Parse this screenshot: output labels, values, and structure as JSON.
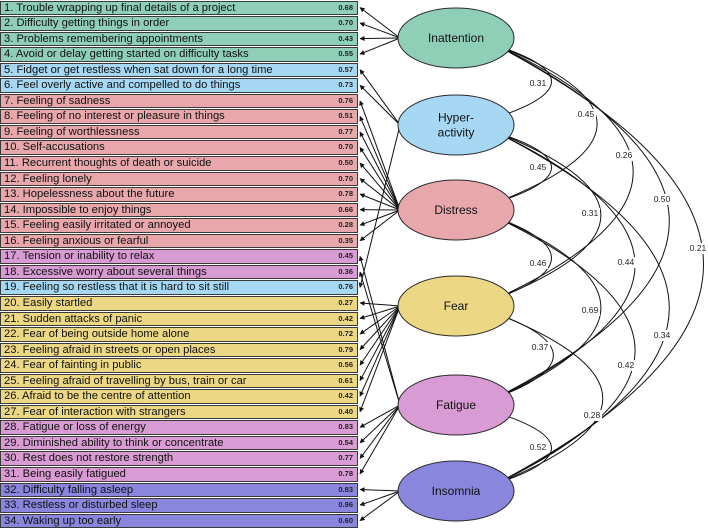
{
  "diagram": {
    "colors": {
      "inattention": "#8fcfb7",
      "hyperactivity": "#a6d8f4",
      "distress": "#e7a7ab",
      "fear": "#ecd884",
      "fatigue": "#d99bd3",
      "insomnia": "#8a86de"
    },
    "factors": [
      {
        "id": "inattention",
        "label": [
          "Inattention"
        ]
      },
      {
        "id": "hyperactivity",
        "label": [
          "Hyper-",
          "activity"
        ]
      },
      {
        "id": "distress",
        "label": [
          "Distress"
        ]
      },
      {
        "id": "fear",
        "label": [
          "Fear"
        ]
      },
      {
        "id": "fatigue",
        "label": [
          "Fatigue"
        ]
      },
      {
        "id": "insomnia",
        "label": [
          "Insomnia"
        ]
      }
    ],
    "items": [
      {
        "text": "1.  Trouble wrapping up final details of a project",
        "loading": "0.68",
        "factor": "inattention"
      },
      {
        "text": "2.  Difficulty getting things in order",
        "loading": "0.70",
        "factor": "inattention"
      },
      {
        "text": "3.  Problems remembering appointments",
        "loading": "0.43",
        "factor": "inattention"
      },
      {
        "text": "4.  Avoid or delay getting started on difficulty tasks",
        "loading": "0.55",
        "factor": "inattention"
      },
      {
        "text": "5.  Fidget or get restless when sat down for a long time",
        "loading": "0.57",
        "factor": "hyperactivity"
      },
      {
        "text": "6.  Feel overly active and compelled to do things",
        "loading": "0.73",
        "factor": "hyperactivity"
      },
      {
        "text": "7.  Feeling of sadness",
        "loading": "0.76",
        "factor": "distress"
      },
      {
        "text": "8.  Feeling of no interest or pleasure in things",
        "loading": "0.51",
        "factor": "distress"
      },
      {
        "text": "9.  Feeling of worthlessness",
        "loading": "0.77",
        "factor": "distress"
      },
      {
        "text": "10.  Self-accusations",
        "loading": "0.70",
        "factor": "distress"
      },
      {
        "text": "11. Recurrent thoughts of death or suicide",
        "loading": "0.50",
        "factor": "distress"
      },
      {
        "text": "12. Feeling lonely",
        "loading": "0.70",
        "factor": "distress"
      },
      {
        "text": "13. Hopelessness about the future",
        "loading": "0.78",
        "factor": "distress"
      },
      {
        "text": "14. Impossible to enjoy things",
        "loading": "0.66",
        "factor": "distress"
      },
      {
        "text": "15. Feeling easily irritated or annoyed",
        "loading": "0.28",
        "factor": "distress"
      },
      {
        "text": "16. Feeling anxious or fearful",
        "loading": "0.35",
        "factor": "distress"
      },
      {
        "text": "17. Tension or inability to relax",
        "loading": "0.45",
        "factor": "fatigue"
      },
      {
        "text": "18. Excessive worry about several things",
        "loading": "0.36",
        "factor": "fatigue"
      },
      {
        "text": "19. Feeling so restless that it is hard to sit still",
        "loading": "0.76",
        "factor": "hyperactivity"
      },
      {
        "text": "20. Easily startled",
        "loading": "0.27",
        "factor": "fear"
      },
      {
        "text": "21. Sudden attacks of panic",
        "loading": "0.42",
        "factor": "fear"
      },
      {
        "text": "22. Fear of being outside home alone",
        "loading": "0.72",
        "factor": "fear"
      },
      {
        "text": "23. Feeling afraid in streets or open places",
        "loading": "0.79",
        "factor": "fear"
      },
      {
        "text": "24. Fear of fainting in public",
        "loading": "0.56",
        "factor": "fear"
      },
      {
        "text": "25. Feeling afraid of travelling by bus, train or car",
        "loading": "0.61",
        "factor": "fear"
      },
      {
        "text": "26. Afraid to be the centre of attention",
        "loading": "0.42",
        "factor": "fear"
      },
      {
        "text": "27. Fear of interaction with strangers",
        "loading": "0.40",
        "factor": "fear"
      },
      {
        "text": "28. Fatigue or loss of energy",
        "loading": "0.83",
        "factor": "fatigue"
      },
      {
        "text": "29. Diminished ability to think or concentrate",
        "loading": "0.54",
        "factor": "fatigue"
      },
      {
        "text": "30. Rest does not restore strength",
        "loading": "0.77",
        "factor": "fatigue"
      },
      {
        "text": "31. Being easily fatigued",
        "loading": "0.78",
        "factor": "fatigue"
      },
      {
        "text": "32. Difficulty falling asleep",
        "loading": "0.83",
        "factor": "insomnia"
      },
      {
        "text": "33. Restless or disturbed sleep",
        "loading": "0.96",
        "factor": "insomnia"
      },
      {
        "text": "34. Waking up too early",
        "loading": "0.60",
        "factor": "insomnia"
      }
    ],
    "correlations": [
      {
        "from": "inattention",
        "to": "hyperactivity",
        "value": "0.31"
      },
      {
        "from": "inattention",
        "to": "distress",
        "value": "0.45"
      },
      {
        "from": "inattention",
        "to": "fear",
        "value": "0.26"
      },
      {
        "from": "inattention",
        "to": "fatigue",
        "value": "0.50"
      },
      {
        "from": "inattention",
        "to": "insomnia",
        "value": "0.21"
      },
      {
        "from": "hyperactivity",
        "to": "distress",
        "value": "0.45"
      },
      {
        "from": "hyperactivity",
        "to": "fear",
        "value": "0.31"
      },
      {
        "from": "hyperactivity",
        "to": "fatigue",
        "value": "0.44"
      },
      {
        "from": "hyperactivity",
        "to": "insomnia",
        "value": "0.34"
      },
      {
        "from": "distress",
        "to": "fear",
        "value": "0.46"
      },
      {
        "from": "distress",
        "to": "fatigue",
        "value": "0.69"
      },
      {
        "from": "distress",
        "to": "insomnia",
        "value": "0.42"
      },
      {
        "from": "fear",
        "to": "fatigue",
        "value": "0.37"
      },
      {
        "from": "fear",
        "to": "insomnia",
        "value": "0.28"
      },
      {
        "from": "fatigue",
        "to": "insomnia",
        "value": "0.52"
      }
    ]
  }
}
